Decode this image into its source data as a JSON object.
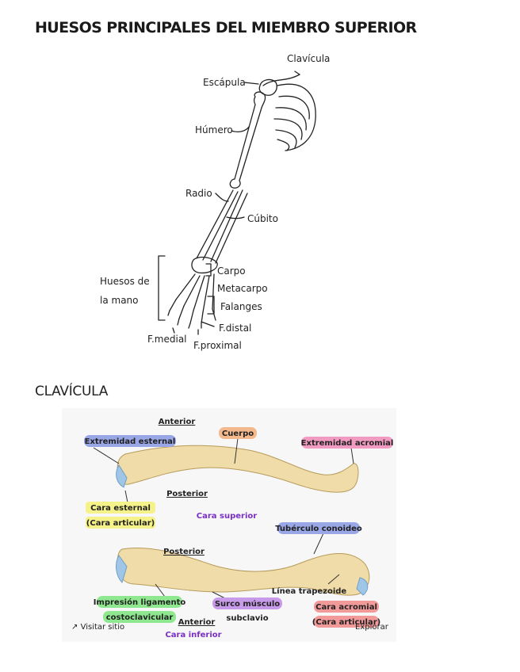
{
  "page": {
    "title": "HUESOS PRINCIPALES DEL MIEMBRO SUPERIOR",
    "section_title": "CLAVÍCULA"
  },
  "arm_labels": {
    "clavicula": "Clavícula",
    "escapula": "Escápula",
    "humero": "Húmero",
    "radio": "Radio",
    "cubito": "Cúbito",
    "huesos_mano_1": "Huesos de",
    "huesos_mano_2": "la mano",
    "carpo": "Carpo",
    "metacarpo": "Metacarpo",
    "falanges": "Falanges",
    "f_distal": "F.distal",
    "f_medial": "F.medial",
    "f_proximal": "F.proximal"
  },
  "clavicle_labels": {
    "anterior_top": "Anterior",
    "cuerpo": "Cuerpo",
    "extremidad_esternal": "Extremidad esternal",
    "extremidad_acromial": "Extremidad acromial",
    "posterior_1": "Posterior",
    "cara_esternal": "Cara esternal",
    "cara_articular": "(Cara articular)",
    "cara_superior": "Cara superior",
    "tuberculo_conoideo": "Tubérculo conoideo",
    "posterior_2": "Posterior",
    "linea_trapezoide": "Línea trapezoide",
    "impresion_1": "Impresión ligamento",
    "impresion_2": "costoclavicular",
    "surco_1": "Surco músculo",
    "surco_2": "subclavio",
    "anterior_bottom": "Anterior",
    "cara_inferior": "Cara inferior",
    "cara_acromial": "Cara acromial",
    "cara_articular_2": "(Cara articular)"
  },
  "overlay": {
    "visit_label": "Visitar sitio",
    "explore_label": "Explorar"
  },
  "colors": {
    "blue_tag": "#9aa7e6",
    "orange_tag": "#f3b98d",
    "pink_tag": "#f29bc2",
    "yellow_tag": "#f6f28a",
    "green_tag": "#8fe88f",
    "purple_tag": "#c89bea",
    "salmon_tag": "#f29a9a",
    "bone": "#efdca8",
    "purple_text": "#7a2fc4"
  }
}
